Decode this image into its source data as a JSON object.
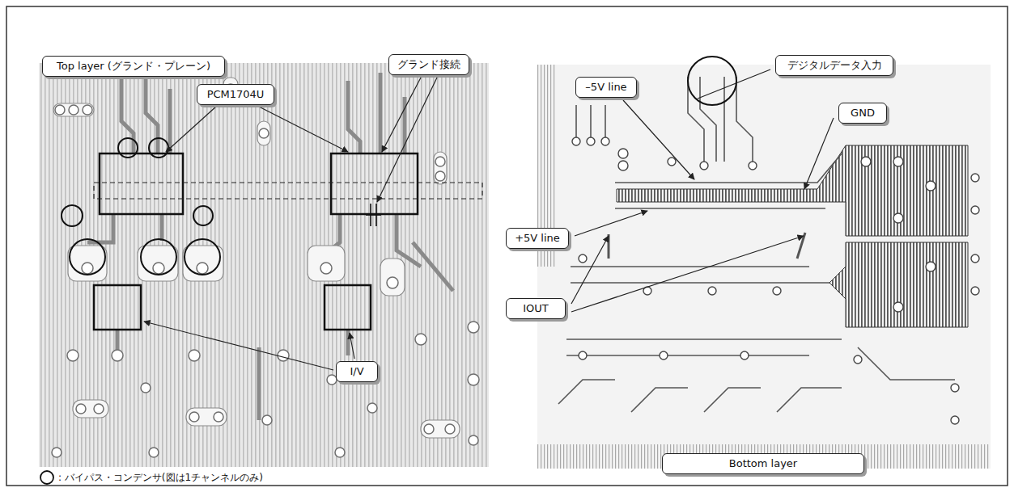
{
  "diagram": {
    "nodes": [
      {
        "text": [
          "Top layer (グランド・プレーン)"
        ]
      },
      {
        "text": [
          "PCM1704U"
        ]
      },
      {
        "text": [
          "グランド接続"
        ]
      },
      {
        "text": [
          "I/V"
        ]
      },
      {
        "text": [
          "デジタルデータ入力"
        ]
      },
      {
        "text": [
          "–5V line"
        ]
      },
      {
        "text": [
          "GND"
        ]
      },
      {
        "text": [
          "+5V line"
        ]
      },
      {
        "text": [
          "IOUT"
        ]
      },
      {
        "text": [
          "Bottom layer"
        ]
      }
    ],
    "legend": [
      {
        "text": ": バイパス・コンデンサ(図は1チャンネルのみ)"
      }
    ]
  }
}
